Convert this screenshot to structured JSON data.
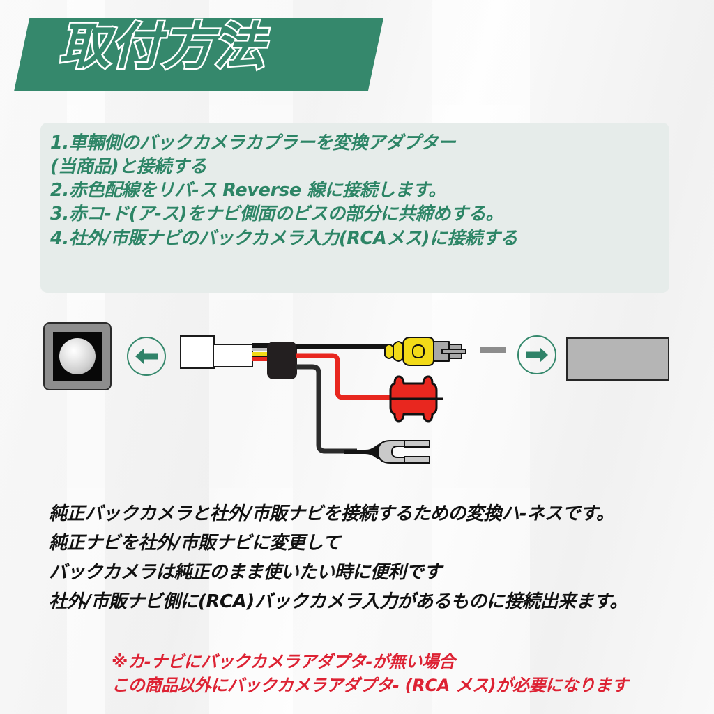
{
  "header": {
    "title": "取付方法",
    "banner_color": "#35886c",
    "title_outline_color": "#ffffff"
  },
  "instructions": {
    "panel_color": "#e6ecea",
    "text_color": "#2d8566",
    "steps": [
      "1.車輛側のバックカメラカプラーを変換アダプター",
      "(当商品)と接続する",
      "2.赤色配線をリバ-ス Reverse 線に接続します。",
      "3.赤コ-ド(ア-ス)をナビ側面のビスの部分に共締めする。",
      "4.社外/市販ナビのバックカメラ入力(RCAメス)に接続する"
    ]
  },
  "diagram": {
    "camera_icon_label": "back-camera",
    "arrow_left_label": "to-camera",
    "arrow_right_label": "to-navigation",
    "connector_label": "vehicle-coupler",
    "module_label": "conversion-module",
    "rca_label": "RCA",
    "rca_color": "#f2da18",
    "ferrite_label": "reverse-clamp",
    "ferrite_color": "#e8271f",
    "fork_label": "ground-fork-terminal",
    "nav_unit_label": "navigation-unit",
    "nav_unit_color": "#b5b5b5",
    "wire_colors": {
      "signal": "#141414",
      "reverse": "#e8271f",
      "ground": "#2b2b2b"
    },
    "accent_color": "#35886c"
  },
  "description": {
    "text_color": "#111111",
    "lines": [
      "純正バックカメラと社外/市販ナビを接続するための変換ハ-ネスです。",
      "純正ナビを社外/市販ナビに変更して",
      "バックカメラは純正のまま使いたい時に便利です",
      "社外/市販ナビ側に(RCA)バックカメラ入力があるものに接続出来ます。"
    ]
  },
  "notice": {
    "text_color": "#dd2233",
    "lines": [
      "※カ-ナビにバックカメラアダプタ-が無い場合",
      "この商品以外にバックカメラアダプタ- (RCA メス)が必要になります"
    ]
  }
}
